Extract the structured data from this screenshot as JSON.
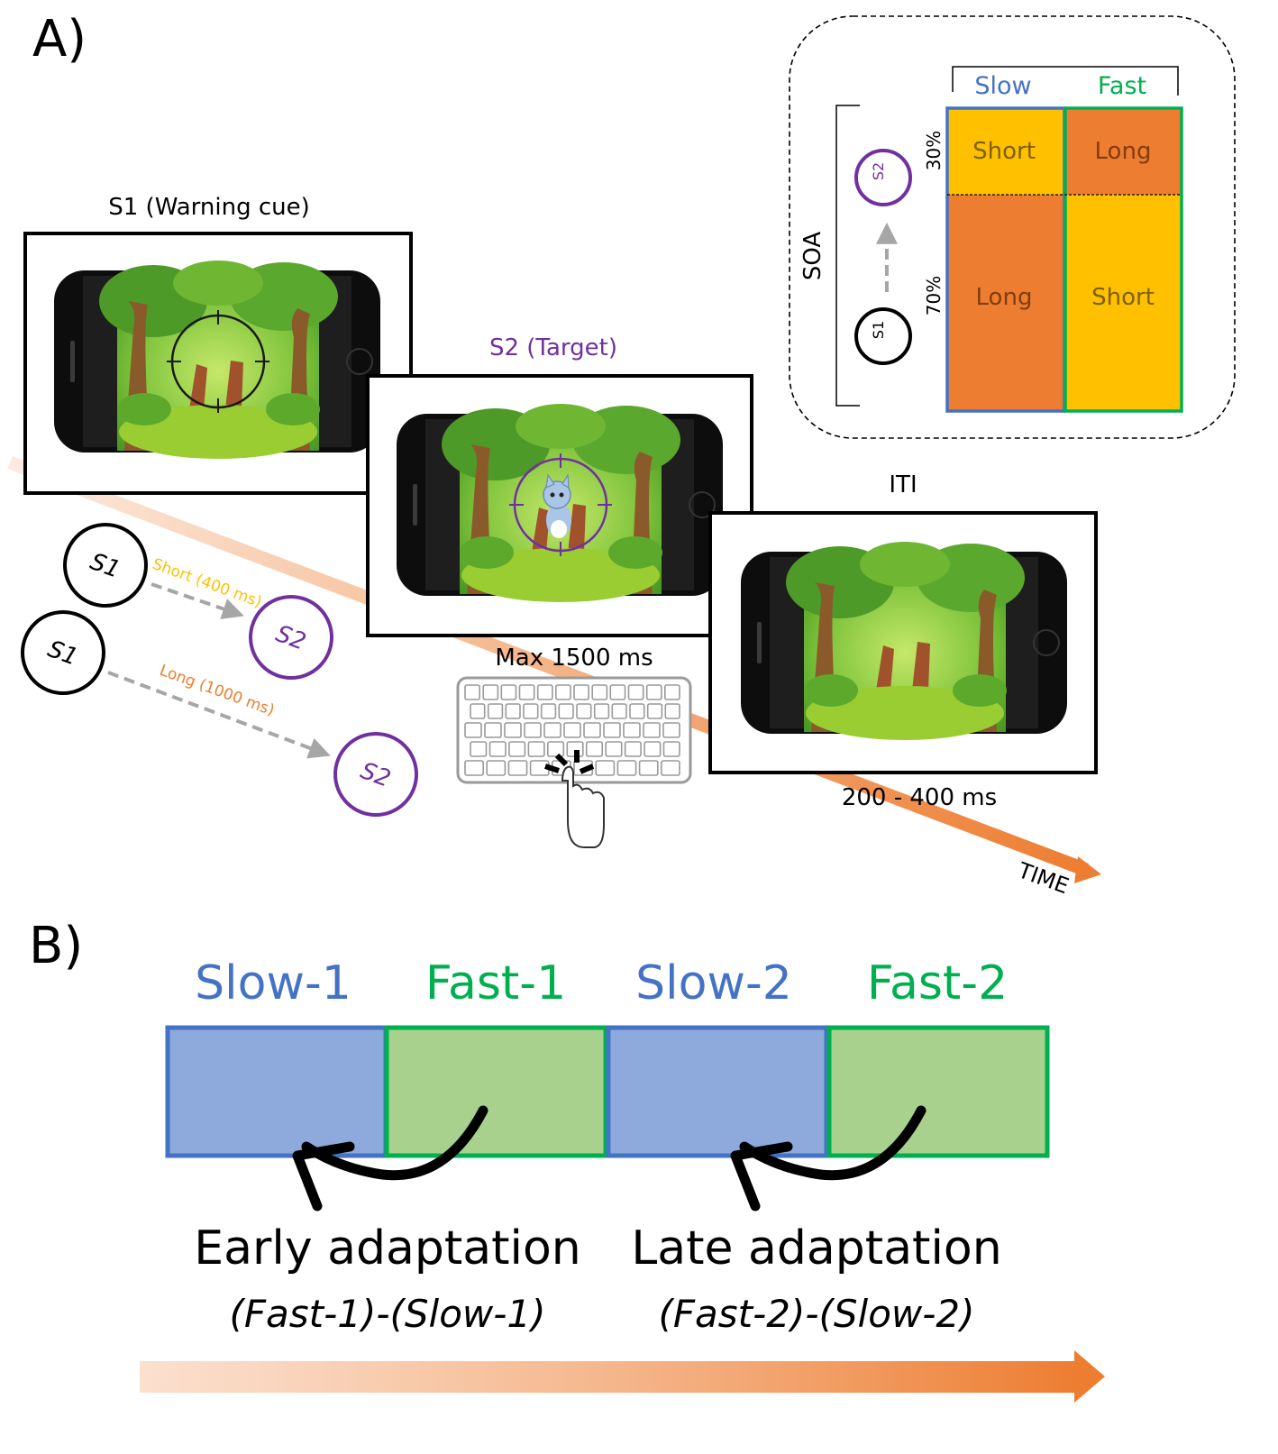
{
  "panel_a": {
    "label": "A)",
    "s1_caption": "S1 (Warning cue)",
    "s2_caption": "S2 (Target)",
    "iti_caption": "ITI",
    "response_window": "Max 1500 ms",
    "iti_duration": "200 - 400 ms",
    "time_label": "TIME",
    "sequence": {
      "s1": "S1",
      "s2": "S2",
      "short_label": "Short (400 ms)",
      "long_label": "Long (1000 ms)"
    },
    "soa_table": {
      "axis_label": "SOA",
      "col_slow": "Slow",
      "col_fast": "Fast",
      "pct_top": "30%",
      "pct_bottom": "70%",
      "slow_top": "Short",
      "slow_bottom": "Long",
      "fast_top": "Long",
      "fast_bottom": "Short",
      "s1": "S1",
      "s2": "S2"
    }
  },
  "panel_b": {
    "label": "B)",
    "blocks": [
      "Slow-1",
      "Fast-1",
      "Slow-2",
      "Fast-2"
    ],
    "early_title": "Early adaptation",
    "early_formula": "(Fast-1)-(Slow-1)",
    "late_title": "Late adaptation",
    "late_formula": "(Fast-2)-(Slow-2)"
  },
  "colors": {
    "slow": "#4472C4",
    "fast": "#00B050",
    "slow_fill": "#8EA9DB",
    "fast_fill": "#A9D18E",
    "orange": "#ED7D31",
    "amber": "#FFC000",
    "purple": "#7030A0"
  }
}
